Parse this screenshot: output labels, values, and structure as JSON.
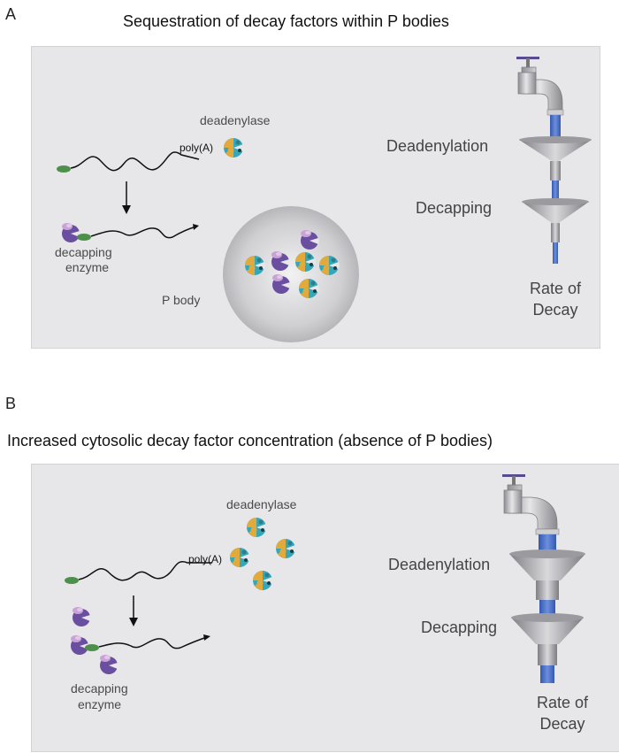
{
  "panel_a": {
    "letter": "A",
    "title": "Sequestration of decay factors within P bodies",
    "deadenylase_label": "deadenylase",
    "polya_label": "poly(A)",
    "decapping_label_line1": "decapping",
    "decapping_label_line2": "enzyme",
    "pbody_label": "P body",
    "funnel_top_label": "Deadenylation",
    "funnel_bottom_label": "Decapping",
    "rate_line1": "Rate of",
    "rate_line2": "Decay"
  },
  "panel_b": {
    "letter": "B",
    "title": "Increased cytosolic decay factor concentration (absence of P bodies)",
    "deadenylase_label": "deadenylase",
    "polya_label": "poly(A)",
    "decapping_label_line1": "decapping",
    "decapping_label_line2": "enzyme",
    "funnel_top_label": "Deadenylation",
    "funnel_bottom_label": "Decapping",
    "rate_line1": "Rate of",
    "rate_line2": "Decay"
  },
  "colors": {
    "background_box": "#e7e7e9",
    "water": "#4a6fc4",
    "deadenylase_teal": "#35a7b8",
    "deadenylase_orange": "#e2a93b",
    "decapping_purple": "#6a4fa0",
    "decapping_pink": "#c9a3d6",
    "cap_green": "#4e8f4c",
    "metal": "#a9a9ad"
  }
}
